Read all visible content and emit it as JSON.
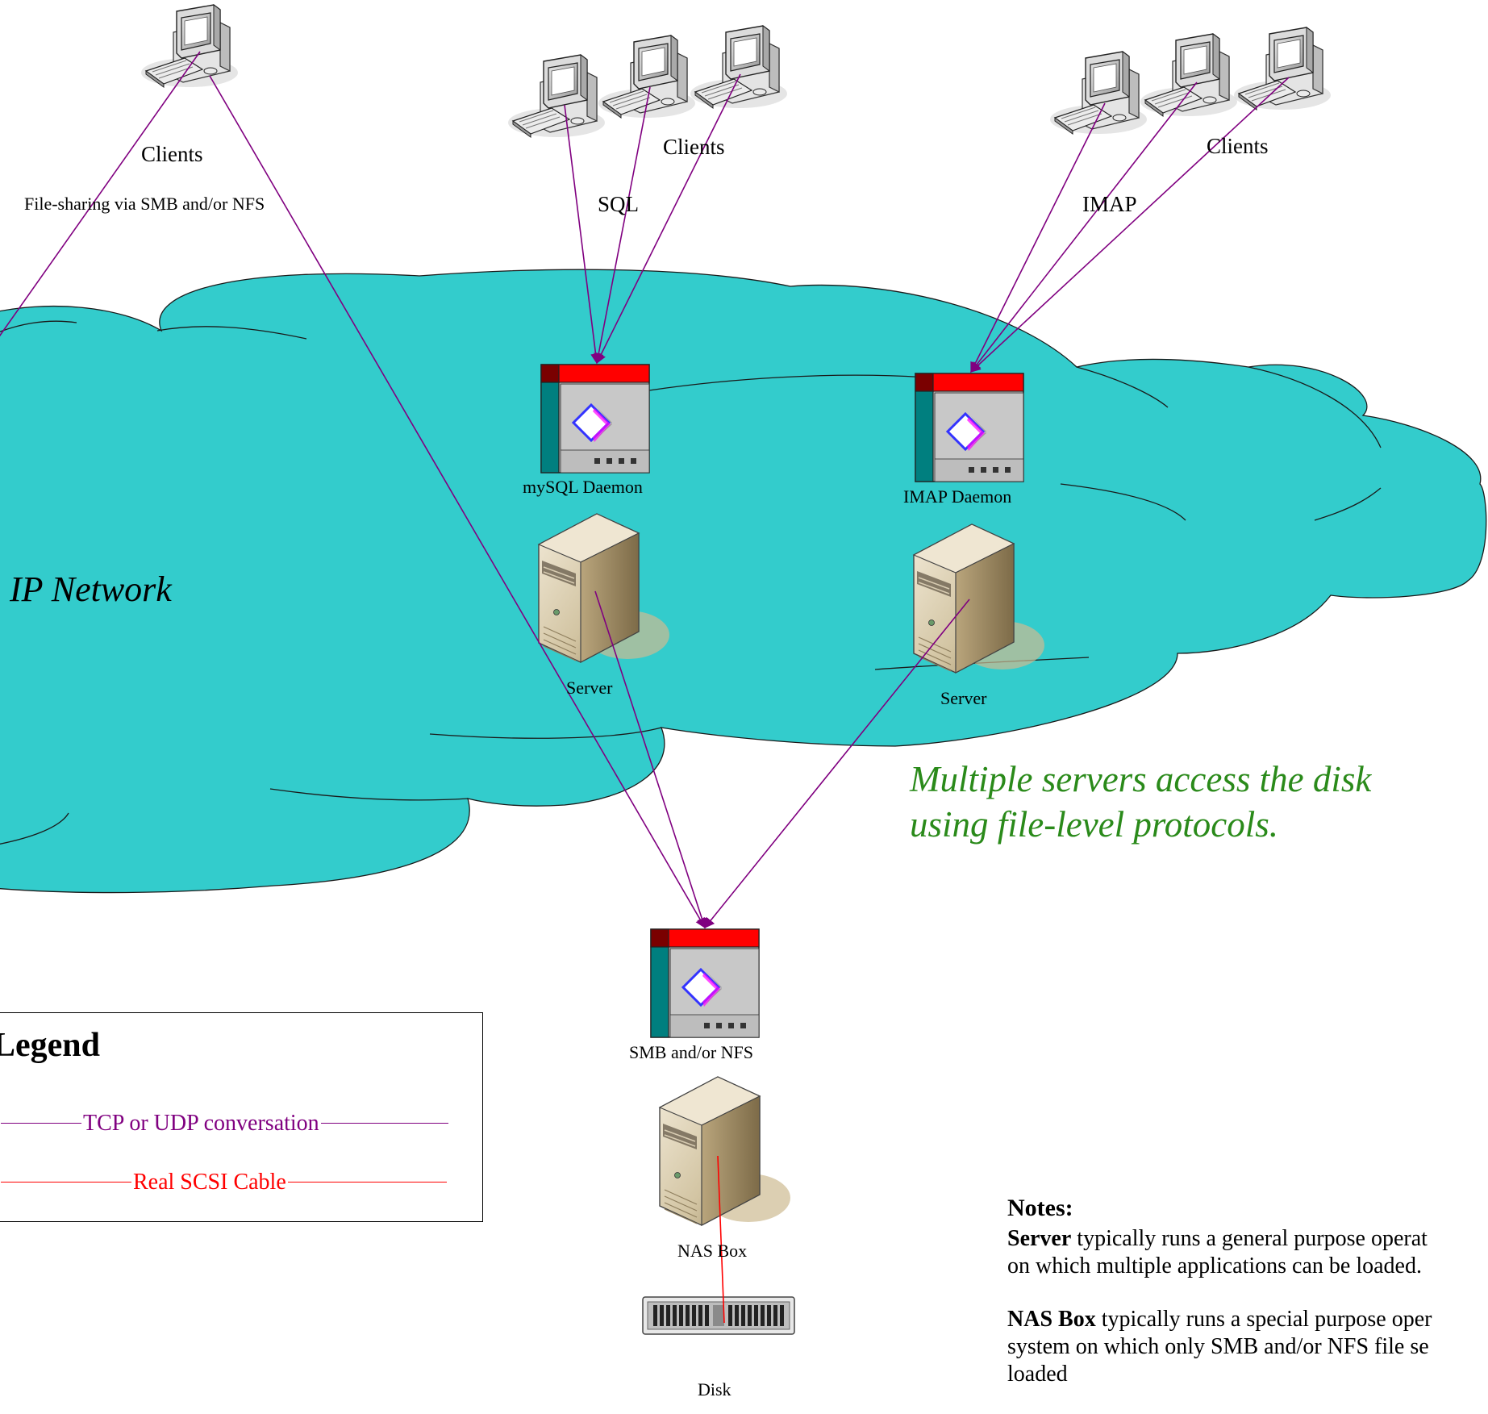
{
  "network": {
    "title": "IP Network"
  },
  "clients": {
    "left": "Clients",
    "middle": "Clients",
    "right": "Clients"
  },
  "protocols": {
    "file_sharing": "File-sharing via SMB and/or NFS",
    "sql": "SQL",
    "imap": "IMAP"
  },
  "daemons": {
    "mysql": "mySQL Daemon",
    "imap": "IMAP Daemon",
    "smb": "SMB and/or NFS"
  },
  "servers": {
    "left": "Server",
    "right": "Server"
  },
  "storage": {
    "nas": "NAS Box",
    "disk": "Disk"
  },
  "callout": {
    "line1": "Multiple servers access the disk",
    "line2": "using file-level protocols."
  },
  "legend": {
    "title": "Legend",
    "tcp": "TCP or UDP conversation",
    "scsi": "Real SCSI Cable"
  },
  "notes": {
    "title": "Notes:",
    "server_term": "Server",
    "server_text": " typically runs a general purpose operat",
    "server_text2": "on which multiple applications can be loaded.",
    "nas_term": "NAS Box",
    "nas_text": " typically runs a special purpose oper",
    "nas_text2": "system on which only SMB and/or NFS file se",
    "nas_text3": "loaded"
  },
  "colors": {
    "cloud": "#33cccc",
    "tcp_line": "#800080",
    "scsi_line": "#ff0000",
    "callout": "#2a8a1a",
    "daemon_bar": "#ff0000"
  }
}
